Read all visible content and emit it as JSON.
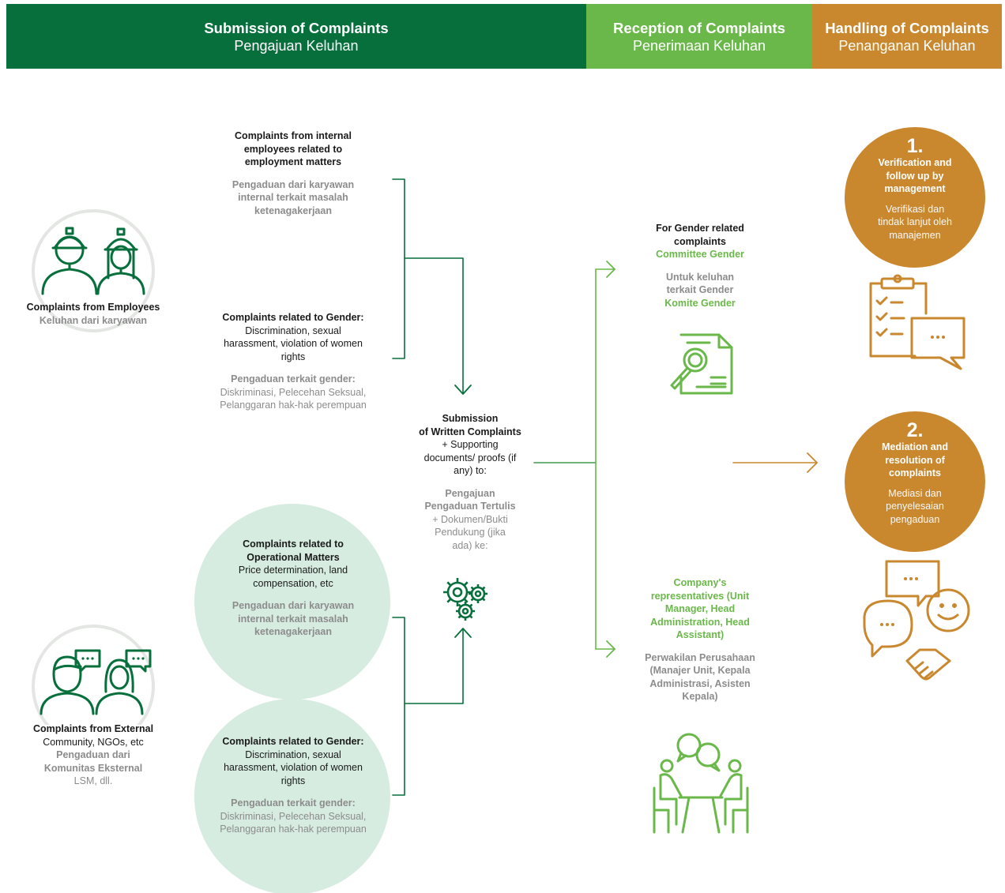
{
  "header": {
    "submission": {
      "title": "Submission of Complaints",
      "subtitle": "Pengajuan Keluhan"
    },
    "reception": {
      "title": "Reception of Complaints",
      "subtitle": "Penerimaan Keluhan"
    },
    "handling": {
      "title": "Handling of Complaints",
      "subtitle": "Penanganan Keluhan"
    }
  },
  "sources": {
    "employees": {
      "title": "Complaints from Employees",
      "subtitle": "Keluhan dari karyawan"
    },
    "external": {
      "title": "Complaints from External",
      "line2": "Community, NGOs, etc",
      "id_title_1": "Pengaduan dari",
      "id_title_2": "Komunitas Eksternal",
      "id_line2": "LSM, dll."
    }
  },
  "employee_complaints": {
    "internal": {
      "title": "Complaints from internal employees related to employment matters",
      "id_title": "Pengaduan dari karyawan internal terkait masalah ketenagakerjaan"
    },
    "gender": {
      "title": "Complaints related to Gender:",
      "desc": "Discrimination, sexual harassment, violation of women rights",
      "id_title": "Pengaduan terkait gender:",
      "id_desc": "Diskriminasi, Pelecehan Seksual, Pelanggaran hak-hak perempuan"
    }
  },
  "external_complaints": {
    "operational": {
      "title": "Complaints related to Operational Matters",
      "desc": "Price determination, land compensation, etc",
      "id_title": "Pengaduan dari karyawan internal terkait masalah ketenagakerjaan"
    },
    "gender": {
      "title": "Complaints related to Gender:",
      "desc": "Discrimination, sexual harassment, violation of women rights",
      "id_title": "Pengaduan terkait gender:",
      "id_desc": "Diskriminasi, Pelecehan Seksual, Pelanggaran hak-hak perempuan"
    }
  },
  "written": {
    "title_1": "Submission",
    "title_2": "of Written Complaints",
    "desc": "+ Supporting documents/ proofs (if any) to:",
    "id_title": "Pengajuan Pengaduan Tertulis",
    "id_desc": "+ Dokumen/Bukti Pendukung (jika ada) ke:"
  },
  "reception": {
    "gender": {
      "title": "For Gender related complaints",
      "committee": "Committee Gender",
      "id_title": "Untuk keluhan terkait Gender",
      "id_committee": "Komite Gender"
    },
    "company": {
      "title": "Company's representatives (Unit Manager, Head Administration, Head Assistant)",
      "id_title": "Perwakilan Perusahaan (Manajer Unit, Kepala Administrasi, Asisten Kepala)"
    }
  },
  "handling": {
    "step1": {
      "number": "1.",
      "title": "Verification and follow up by management",
      "id_title": "Verifikasi dan tindak lanjut oleh manajemen"
    },
    "step2": {
      "number": "2.",
      "title": "Mediation and resolution of complaints",
      "id_title": "Mediasi dan penyelesaian pengaduan"
    }
  },
  "icons": {
    "speech_dots": "...",
    "employees": "helmet-workers-icon",
    "external": "community-speech-icon",
    "gears": "gears-icon",
    "document": "document-search-icon",
    "clipboard": "clipboard-checklist-icon",
    "mediation": "mediation-handshake-icon",
    "meeting": "meeting-icon"
  },
  "colors": {
    "dark_green": "#066f3b",
    "light_green": "#6ab84a",
    "orange": "#c9872e",
    "mint": "#d6ece0",
    "grey": "#8c8c8c"
  }
}
